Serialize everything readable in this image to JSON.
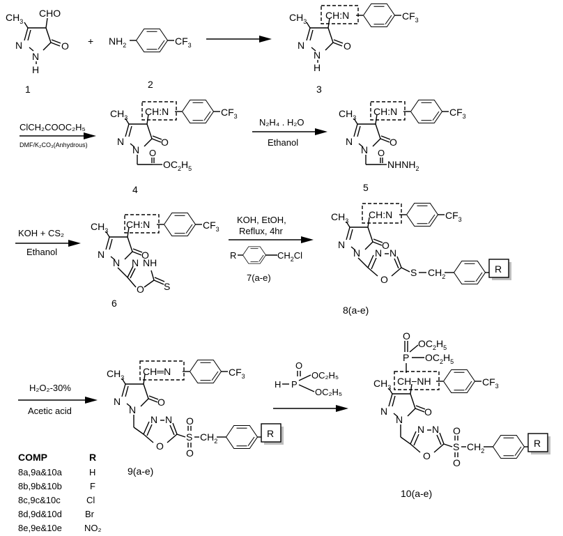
{
  "title": "Synthesis scheme of pyrazolone-oxadiazole derivatives",
  "compounds": {
    "c1": {
      "label": "1",
      "ch3": "CH",
      "ch3_sub": "3",
      "cho": "CHO",
      "n1": "N",
      "n2": "N",
      "h": "H",
      "o": "O"
    },
    "c2": {
      "label": "2",
      "nh2": "NH",
      "nh2_sub": "2",
      "cf3": "CF",
      "cf3_sub": "3"
    },
    "c3": {
      "label": "3",
      "imine": "CH:N"
    },
    "c4": {
      "label": "4",
      "imine": "CH:N",
      "ester": "OC",
      "ester_sub1": "2",
      "ester_h": "H",
      "ester_sub2": "5"
    },
    "c5": {
      "label": "5",
      "imine": "CH:N",
      "hydrazide": "NHNH",
      "hydrazide_sub": "2"
    },
    "c6": {
      "label": "6",
      "imine": "CH:N",
      "nnh": "NH",
      "s": "S"
    },
    "c7": {
      "label": "7(a-e)",
      "r": "R",
      "ch2cl": "CH",
      "ch2cl_sub": "2",
      "cl": "Cl"
    },
    "c8": {
      "label": "8(a-e)",
      "imine": "CH:N",
      "s": "S",
      "ch2": "CH",
      "ch2_sub": "2",
      "r": "R"
    },
    "c9": {
      "label": "9(a-e)",
      "imine": "CH═N",
      "s": "S",
      "ch2": "CH",
      "ch2_sub": "2",
      "r": "R"
    },
    "c10": {
      "label": "10(a-e)",
      "amine": "CH−NH",
      "p": "P",
      "oet": "OC",
      "oet_sub1": "2",
      "oet_h": "H",
      "oet_sub2": "5",
      "r": "R"
    }
  },
  "common": {
    "ch3": "CH",
    "ch3_sub": "3",
    "cf3": "CF",
    "cf3_sub": "3",
    "n": "N",
    "o": "O",
    "plus": "+"
  },
  "reactions": [
    {
      "id": "r1",
      "above": "",
      "below": ""
    },
    {
      "id": "r2",
      "above": "ClCH₂COOC₂H₅",
      "below": "DMF/K₂CO₃(Anhydrous)"
    },
    {
      "id": "r3",
      "above": "N₂H₄ . H₂O",
      "below": "Ethanol"
    },
    {
      "id": "r4",
      "above": "KOH + CS₂",
      "below": "Ethanol"
    },
    {
      "id": "r5",
      "above_1": "KOH, EtOH,",
      "above_2": "Reflux,  4hr",
      "below": "7(a-e)"
    },
    {
      "id": "r6",
      "above": "H₂O₂-30%",
      "below": "Acetic acid"
    },
    {
      "id": "r7",
      "reagent_h": "H",
      "reagent_p": "P",
      "reagent_o": "O",
      "reagent_oet": "OC₂H₅"
    }
  ],
  "legend": {
    "header_comp": "COMP",
    "header_r": "R",
    "rows": [
      {
        "comp": "8a,9a&10a",
        "r": "H"
      },
      {
        "comp": "8b,9b&10b",
        "r": "F"
      },
      {
        "comp": "8c,9c&10c",
        "r": "Cl"
      },
      {
        "comp": "8d,9d&10d",
        "r": "Br"
      },
      {
        "comp": "8e,9e&10e",
        "r": "NO₂"
      }
    ]
  }
}
